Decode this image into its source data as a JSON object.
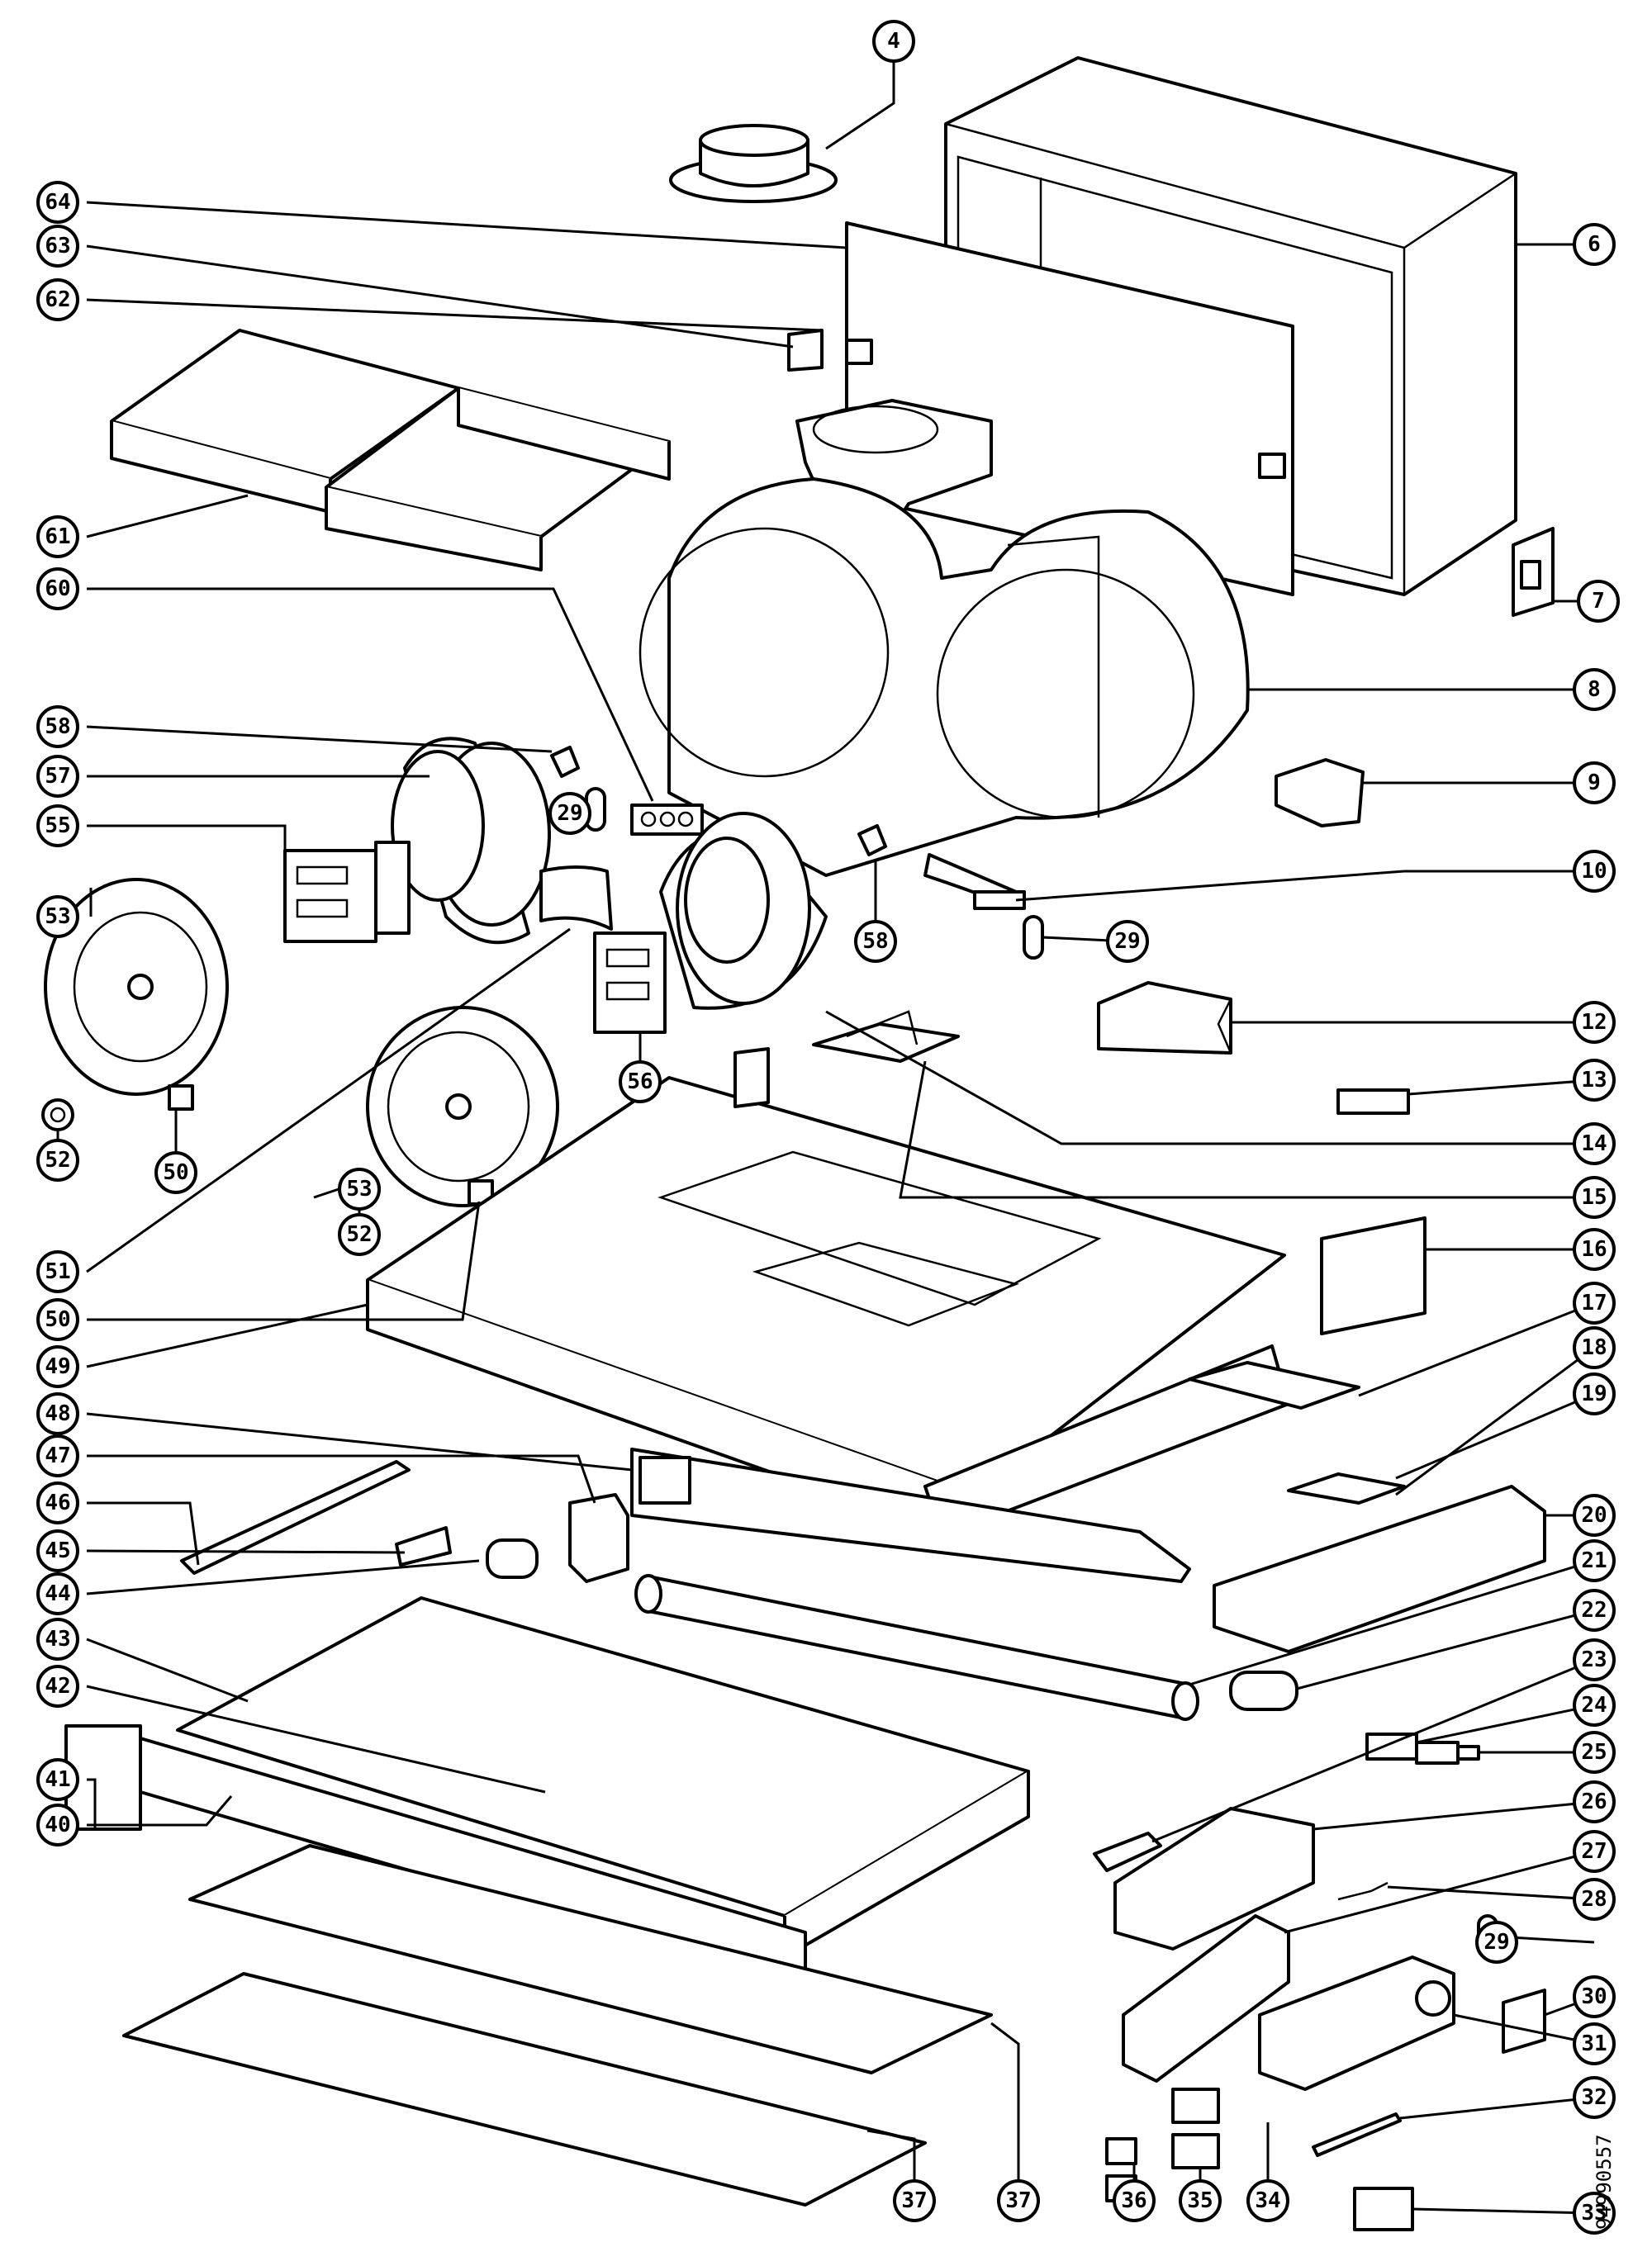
{
  "document_code": "94990557",
  "callouts": [
    "4",
    "6",
    "7",
    "8",
    "9",
    "10",
    "12",
    "13",
    "14",
    "15",
    "16",
    "17",
    "18",
    "19",
    "20",
    "21",
    "22",
    "23",
    "24",
    "25",
    "26",
    "27",
    "28",
    "29",
    "30",
    "31",
    "32",
    "33",
    "34",
    "35",
    "36",
    "37",
    "40",
    "41",
    "42",
    "43",
    "44",
    "45",
    "46",
    "47",
    "48",
    "49",
    "50",
    "51",
    "52",
    "53",
    "55",
    "56",
    "57",
    "58",
    "60",
    "61",
    "62",
    "63",
    "64"
  ]
}
